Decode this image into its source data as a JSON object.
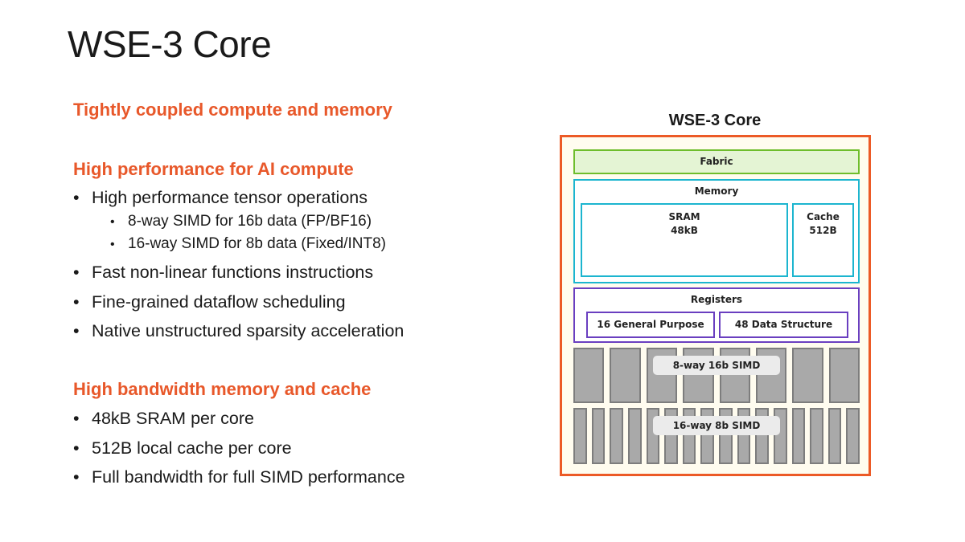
{
  "slide": {
    "title": "WSE-3 Core"
  },
  "left": {
    "heading_1": "Tightly coupled compute and memory",
    "heading_2": "High performance for AI compute",
    "bullets_2": [
      "High performance tensor operations",
      "Fast non-linear functions instructions",
      "Fine-grained dataflow scheduling",
      "Native unstructured sparsity acceleration"
    ],
    "sub_bullets_2": [
      "8-way SIMD for 16b data (FP/BF16)",
      "16-way SIMD for 8b data (Fixed/INT8)"
    ],
    "heading_3": "High bandwidth memory and cache",
    "bullets_3": [
      "48kB SRAM per core",
      "512B local cache per core",
      "Full bandwidth for full SIMD performance"
    ],
    "bullet_glyph": "•"
  },
  "diagram": {
    "title": "WSE-3 Core",
    "fabric": "Fabric",
    "memory": "Memory",
    "sram_label": "SRAM",
    "sram_size": "48kB",
    "cache_label": "Cache",
    "cache_size": "512B",
    "registers": "Registers",
    "general_purpose": "16 General Purpose",
    "data_structure": "48 Data Structure",
    "simd_16b_label": "8-way 16b SIMD",
    "simd_16b_lanes": 8,
    "simd_8b_label": "16-way 8b SIMD",
    "simd_8b_lanes": 16,
    "colors": {
      "core_border": "#ec5a26",
      "fabric": "#6ebd2c",
      "memory": "#1cb5cf",
      "registers": "#6a3fc0",
      "simd": "#a9a9a9",
      "heading": "#e8582a"
    }
  }
}
